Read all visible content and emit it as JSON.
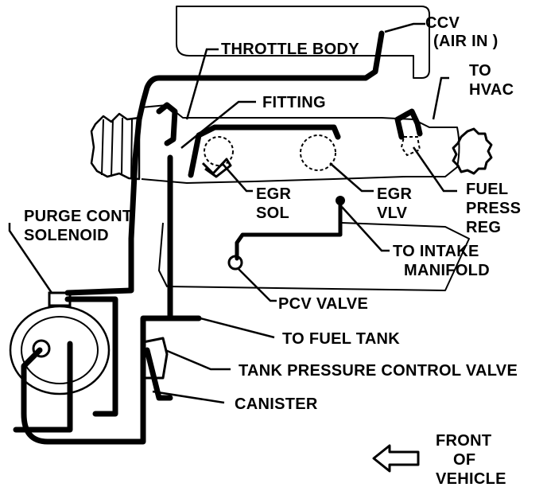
{
  "labels": {
    "ccv_line1": "CCV",
    "ccv_line2": "(AIR IN )",
    "throttle_body": "THROTTLE BODY",
    "to_hvac_line1": "TO",
    "to_hvac_line2": "HVAC",
    "fitting": "FITTING",
    "egr_sol_line1": "EGR",
    "egr_sol_line2": "SOL",
    "egr_vlv_line1": "EGR",
    "egr_vlv_line2": "VLV",
    "fuel_press_reg_line1": "FUEL",
    "fuel_press_reg_line2": "PRESS",
    "fuel_press_reg_line3": "REG",
    "purge_cont_line1": "PURGE CONT",
    "purge_cont_line2": "SOLENOID",
    "to_intake_line1": "TO INTAKE",
    "to_intake_line2": "MANIFOLD",
    "pcv_valve": "PCV VALVE",
    "to_fuel_tank": "TO FUEL TANK",
    "tank_pressure_control_valve": "TANK PRESSURE CONTROL VALVE",
    "canister": "CANISTER",
    "front_line1": "FRONT",
    "front_line2": "OF",
    "front_line3": "VEHICLE"
  }
}
